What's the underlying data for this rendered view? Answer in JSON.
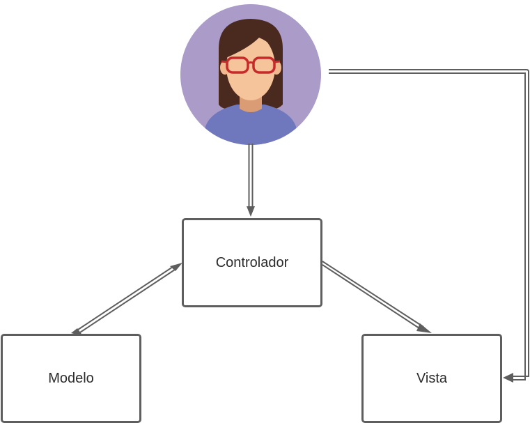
{
  "nodes": {
    "user": {
      "icon": "user-avatar-icon"
    },
    "controller": {
      "label": "Controlador"
    },
    "model": {
      "label": "Modelo"
    },
    "view": {
      "label": "Vista"
    }
  },
  "edges": [
    {
      "from": "user",
      "to": "controller",
      "direction": "one-way"
    },
    {
      "from": "controller",
      "to": "model",
      "direction": "two-way"
    },
    {
      "from": "controller",
      "to": "view",
      "direction": "one-way"
    },
    {
      "from": "user",
      "to": "view",
      "direction": "one-way"
    }
  ],
  "colors": {
    "avatar_background": "#ab9bc9",
    "hair": "#4a2a1f",
    "skin": "#f6c49b",
    "glasses": "#c62a2a",
    "shirt": "#6f78bd",
    "stroke": "#5e5e5e"
  }
}
